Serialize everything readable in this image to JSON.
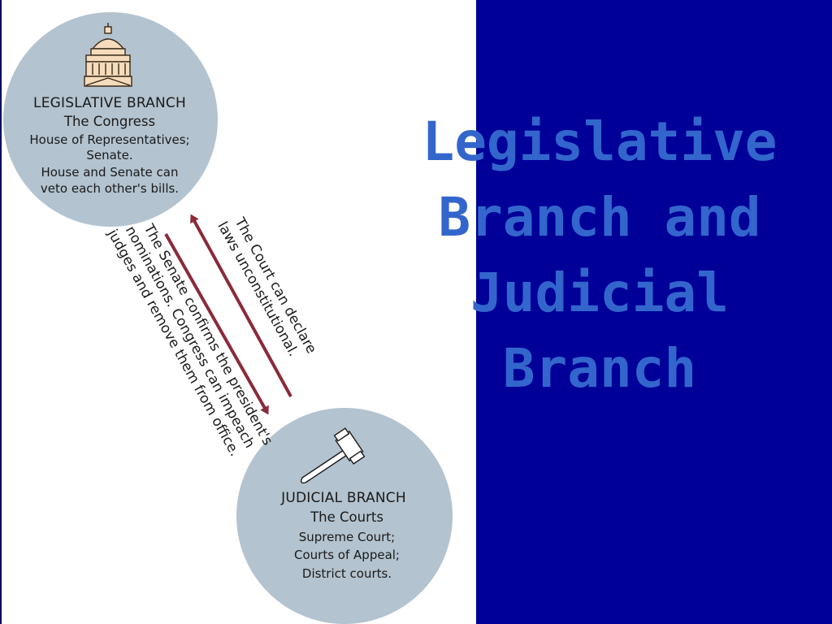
{
  "slide": {
    "title_lines": [
      "Legislative",
      "Branch and",
      "Judicial",
      "Branch"
    ]
  },
  "diagram": {
    "legislative": {
      "title": "LEGISLATIVE BRANCH",
      "subtitle": "The Congress",
      "lines": [
        "House of Representatives;",
        "Senate.",
        "House and Senate can",
        "veto each other's bills."
      ]
    },
    "judicial": {
      "title": "JUDICIAL BRANCH",
      "subtitle": "The  Courts",
      "lines": [
        "Supreme Court;",
        "Courts of Appeal;",
        "District courts."
      ]
    },
    "arrow_up_text": [
      "The Court can declare",
      "laws unconstitutional."
    ],
    "arrow_down_text": [
      "The Senate confirms the president's",
      "nominations. Congress can impeach",
      "judges and remove them from office."
    ]
  },
  "colors": {
    "background": "#000099",
    "title": "#3366cc",
    "circle": "#b3c3cf",
    "arrow": "#8b2a3a",
    "capitol": "#f6dcbc"
  }
}
